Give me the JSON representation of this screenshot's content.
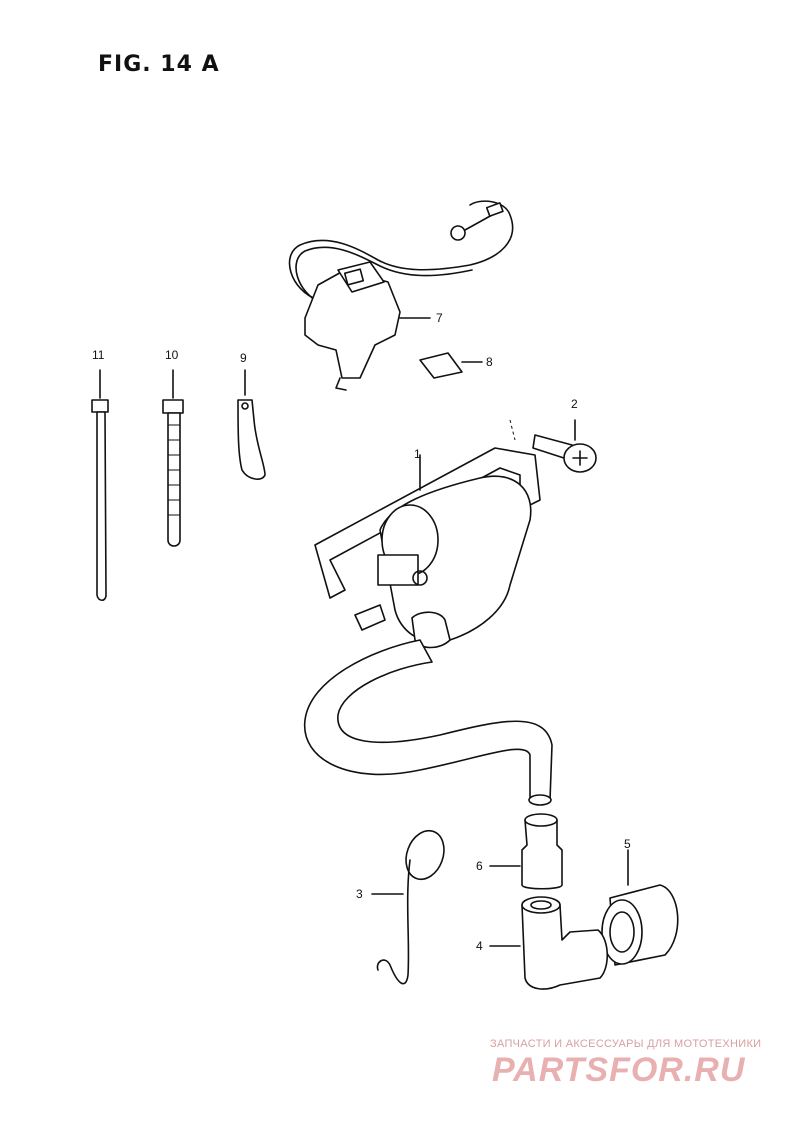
{
  "figure": {
    "title": "FIG. 14 A"
  },
  "callouts": [
    {
      "id": "1",
      "label": "1"
    },
    {
      "id": "2",
      "label": "2"
    },
    {
      "id": "3",
      "label": "3"
    },
    {
      "id": "4",
      "label": "4"
    },
    {
      "id": "5",
      "label": "5"
    },
    {
      "id": "6",
      "label": "6"
    },
    {
      "id": "7",
      "label": "7"
    },
    {
      "id": "8",
      "label": "8"
    },
    {
      "id": "9",
      "label": "9"
    },
    {
      "id": "10",
      "label": "10"
    },
    {
      "id": "11",
      "label": "11"
    }
  ],
  "watermark": {
    "tagline": "ЗАПЧАСТИ И АКСЕССУАРЫ ДЛЯ МОТОТЕХНИКИ",
    "logo": "PARTSFOR.RU"
  }
}
